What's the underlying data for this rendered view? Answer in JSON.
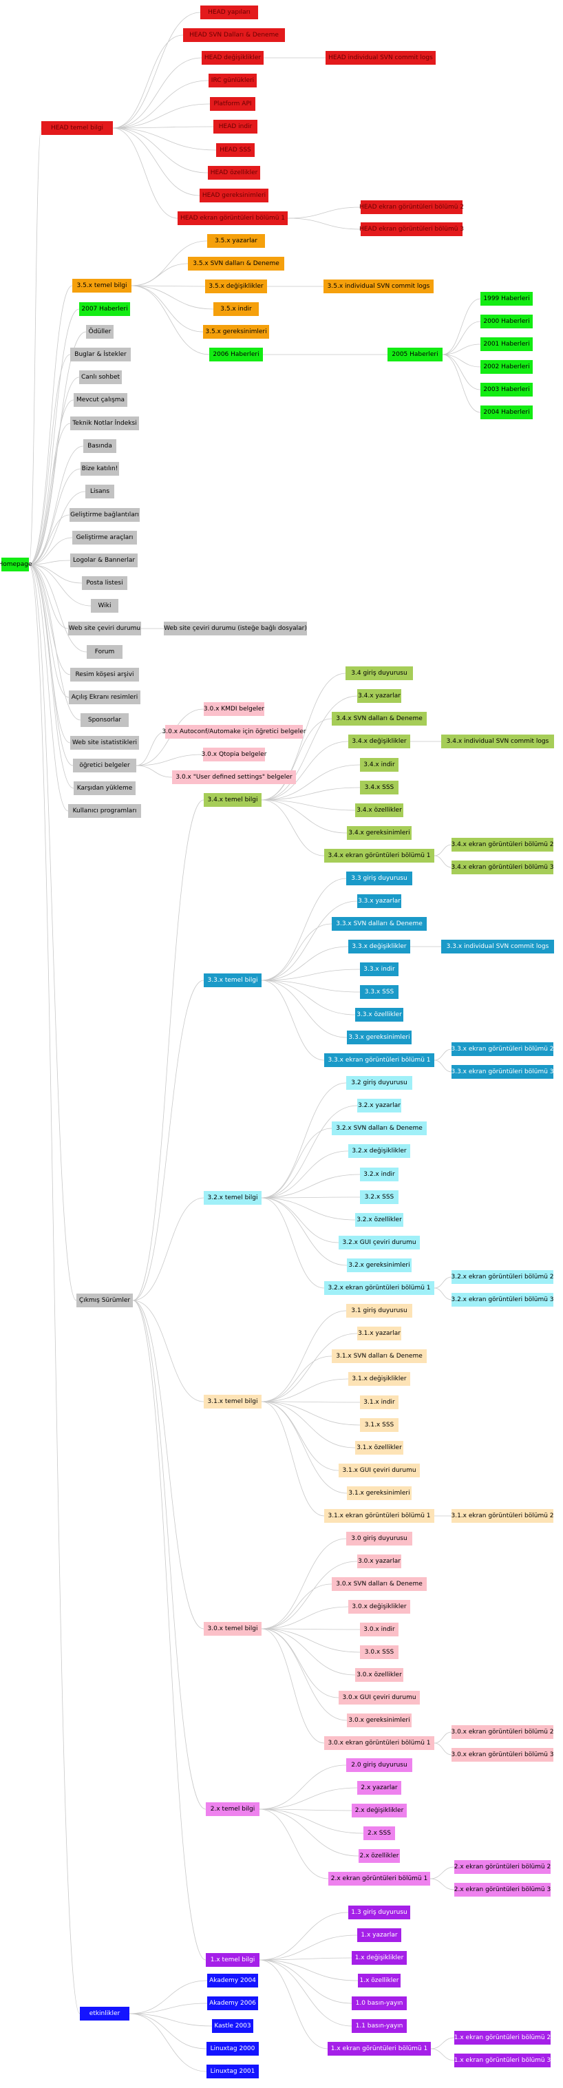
{
  "palette": {
    "edge": "#c8c8c8",
    "red": "#e31a1c",
    "redText": "#6b0000",
    "orange": "#f5a00c",
    "green": "#13ec13",
    "gray": "#c2c2c2",
    "pink": "#fbc0cb",
    "olive": "#a6cd58",
    "teal": "#1b9ac8",
    "cyan": "#a0f0f8",
    "wheat": "#fde3b6",
    "lpink": "#fbc0c8",
    "violet": "#ee82ee",
    "purple": "#a520e8",
    "blue": "#1414ff",
    "white": "#ffffff",
    "black": "#000000"
  },
  "nodes": [
    {
      "id": "home",
      "label": "Homepage",
      "c": "green"
    },
    {
      "id": "head",
      "label": "HEAD temel bilgi",
      "c": "red",
      "p": "home"
    },
    {
      "id": "h1",
      "label": "HEAD yapıları",
      "c": "red",
      "p": "head"
    },
    {
      "id": "h2",
      "label": "HEAD SVN Dalları & Deneme",
      "c": "red",
      "p": "head"
    },
    {
      "id": "h3",
      "label": "HEAD değişiklikler",
      "c": "red",
      "p": "head"
    },
    {
      "id": "h3a",
      "label": "HEAD individual SVN commit logs",
      "c": "red",
      "p": "h3"
    },
    {
      "id": "h4",
      "label": "IRC günlükleri",
      "c": "red",
      "p": "head"
    },
    {
      "id": "h5",
      "label": "Platform API",
      "c": "red",
      "p": "head"
    },
    {
      "id": "h6",
      "label": "HEAD indir",
      "c": "red",
      "p": "head"
    },
    {
      "id": "h7",
      "label": "HEAD SSS",
      "c": "red",
      "p": "head"
    },
    {
      "id": "h8",
      "label": "HEAD özellikler",
      "c": "red",
      "p": "head"
    },
    {
      "id": "h9",
      "label": "HEAD gereksinimleri",
      "c": "red",
      "p": "head"
    },
    {
      "id": "h10",
      "label": "HEAD ekran görüntüleri bölümü 1",
      "c": "red",
      "p": "head"
    },
    {
      "id": "h10a",
      "label": "HEAD ekran görüntüleri bölümü 2",
      "c": "red",
      "p": "h10"
    },
    {
      "id": "h10b",
      "label": "HEAD ekran görüntüleri bölümü 3",
      "c": "red",
      "p": "h10"
    },
    {
      "id": "v35",
      "label": "3.5.x temel bilgi",
      "c": "orange",
      "p": "home"
    },
    {
      "id": "v35a",
      "label": "3.5.x yazarlar",
      "c": "orange",
      "p": "v35"
    },
    {
      "id": "v35b",
      "label": "3.5.x SVN dalları & Deneme",
      "c": "orange",
      "p": "v35"
    },
    {
      "id": "v35c",
      "label": "3.5.x değişiklikler",
      "c": "orange",
      "p": "v35"
    },
    {
      "id": "v35c1",
      "label": "3.5.x individual SVN commit logs",
      "c": "orange",
      "p": "v35c"
    },
    {
      "id": "v35d",
      "label": "3.5.x indir",
      "c": "orange",
      "p": "v35"
    },
    {
      "id": "v35e",
      "label": "3.5.x gereksinimleri",
      "c": "orange",
      "p": "v35"
    },
    {
      "id": "n2007",
      "label": "2007 Haberleri",
      "c": "green",
      "p": "home"
    },
    {
      "id": "n2006",
      "label": "2006 Haberleri",
      "c": "green",
      "p": "v35"
    },
    {
      "id": "n2005",
      "label": "2005 Haberleri",
      "c": "green",
      "p": "n2006"
    },
    {
      "id": "n1999",
      "label": "1999 Haberleri",
      "c": "green",
      "p": "n2005"
    },
    {
      "id": "n2000",
      "label": "2000 Haberleri",
      "c": "green",
      "p": "n2005"
    },
    {
      "id": "n2001",
      "label": "2001 Haberleri",
      "c": "green",
      "p": "n2005"
    },
    {
      "id": "n2002",
      "label": "2002 Haberleri",
      "c": "green",
      "p": "n2005"
    },
    {
      "id": "n2003",
      "label": "2003 Haberleri",
      "c": "green",
      "p": "n2005"
    },
    {
      "id": "n2004",
      "label": "2004 Haberleri",
      "c": "green",
      "p": "n2005"
    },
    {
      "id": "g1",
      "label": "Ödüller",
      "c": "gray",
      "p": "home"
    },
    {
      "id": "g2",
      "label": "Buglar & İstekler",
      "c": "gray",
      "p": "home"
    },
    {
      "id": "g3",
      "label": "Canlı sohbet",
      "c": "gray",
      "p": "home"
    },
    {
      "id": "g4",
      "label": "Mevcut çalışma",
      "c": "gray",
      "p": "home"
    },
    {
      "id": "g5",
      "label": "Teknik Notlar İndeksi",
      "c": "gray",
      "p": "home"
    },
    {
      "id": "g6",
      "label": "Basında",
      "c": "gray",
      "p": "home"
    },
    {
      "id": "g7",
      "label": "Bize katılın!",
      "c": "gray",
      "p": "home"
    },
    {
      "id": "g8",
      "label": "Lisans",
      "c": "gray",
      "p": "home"
    },
    {
      "id": "g9",
      "label": "Geliştirme bağlantıları",
      "c": "gray",
      "p": "home"
    },
    {
      "id": "g10",
      "label": "Geliştirme araçları",
      "c": "gray",
      "p": "home"
    },
    {
      "id": "g11",
      "label": "Logolar & Bannerlar",
      "c": "gray",
      "p": "home"
    },
    {
      "id": "g12",
      "label": "Posta listesi",
      "c": "gray",
      "p": "home"
    },
    {
      "id": "g13",
      "label": "Wiki",
      "c": "gray",
      "p": "home"
    },
    {
      "id": "g14",
      "label": "Web site çeviri durumu",
      "c": "gray",
      "p": "home"
    },
    {
      "id": "g14a",
      "label": "Web site çeviri durumu (isteğe bağlı dosyalar)",
      "c": "gray",
      "p": "g14"
    },
    {
      "id": "g15",
      "label": "Forum",
      "c": "gray",
      "p": "home"
    },
    {
      "id": "g16",
      "label": "Resim köşesi arşivi",
      "c": "gray",
      "p": "home"
    },
    {
      "id": "g17",
      "label": "Açılış Ekranı resimleri",
      "c": "gray",
      "p": "home"
    },
    {
      "id": "g18",
      "label": "Sponsorlar",
      "c": "gray",
      "p": "home"
    },
    {
      "id": "g19",
      "label": "Web site istatistikleri",
      "c": "gray",
      "p": "home"
    },
    {
      "id": "g20",
      "label": "öğretici belgeler",
      "c": "gray",
      "p": "home"
    },
    {
      "id": "t1",
      "label": "3.0.x KMDI belgeler",
      "c": "pink",
      "p": "g20"
    },
    {
      "id": "t2",
      "label": "3.0.x Autoconf/Automake için öğretici belgeler",
      "c": "pink",
      "p": "g20"
    },
    {
      "id": "t3",
      "label": "3.0.x Qtopia belgeler",
      "c": "pink",
      "p": "g20"
    },
    {
      "id": "t4",
      "label": "3.0.x \"User defined settings\" belgeler",
      "c": "pink",
      "p": "g20"
    },
    {
      "id": "g21",
      "label": "Karşıdan yükleme",
      "c": "gray",
      "p": "home"
    },
    {
      "id": "g22",
      "label": "Kullanıcı programları",
      "c": "gray",
      "p": "home"
    },
    {
      "id": "cs",
      "label": "Çıkmış Sürümler",
      "c": "gray",
      "p": "home"
    },
    {
      "id": "v34",
      "label": "3.4.x temel bilgi",
      "c": "olive",
      "p": "cs"
    },
    {
      "id": "v34a",
      "label": "3.4 giriş duyurusu",
      "c": "olive",
      "p": "v34"
    },
    {
      "id": "v34b",
      "label": "3.4.x yazarlar",
      "c": "olive",
      "p": "v34"
    },
    {
      "id": "v34c",
      "label": "3.4.x SVN dalları & Deneme",
      "c": "olive",
      "p": "v34"
    },
    {
      "id": "v34d",
      "label": "3.4.x değişiklikler",
      "c": "olive",
      "p": "v34"
    },
    {
      "id": "v34d1",
      "label": "3.4.x individual SVN commit logs",
      "c": "olive",
      "p": "v34d"
    },
    {
      "id": "v34e",
      "label": "3.4.x indir",
      "c": "olive",
      "p": "v34"
    },
    {
      "id": "v34f",
      "label": "3.4.x SSS",
      "c": "olive",
      "p": "v34"
    },
    {
      "id": "v34g",
      "label": "3.4.x özellikler",
      "c": "olive",
      "p": "v34"
    },
    {
      "id": "v34h",
      "label": "3.4.x gereksinimleri",
      "c": "olive",
      "p": "v34"
    },
    {
      "id": "v34i",
      "label": "3.4.x ekran görüntüleri bölümü 1",
      "c": "olive",
      "p": "v34"
    },
    {
      "id": "v34i2",
      "label": "3.4.x ekran görüntüleri bölümü 2",
      "c": "olive",
      "p": "v34i"
    },
    {
      "id": "v34i3",
      "label": "3.4.x ekran görüntüleri bölümü 3",
      "c": "olive",
      "p": "v34i"
    },
    {
      "id": "v33",
      "label": "3.3.x temel bilgi",
      "c": "teal",
      "p": "cs"
    },
    {
      "id": "v33a",
      "label": "3.3 giriş duyurusu",
      "c": "teal",
      "p": "v33"
    },
    {
      "id": "v33b",
      "label": "3.3.x yazarlar",
      "c": "teal",
      "p": "v33"
    },
    {
      "id": "v33c",
      "label": "3.3.x SVN dalları & Deneme",
      "c": "teal",
      "p": "v33"
    },
    {
      "id": "v33d",
      "label": "3.3.x değişiklikler",
      "c": "teal",
      "p": "v33"
    },
    {
      "id": "v33d1",
      "label": "3.3.x individual SVN commit logs",
      "c": "teal",
      "p": "v33d"
    },
    {
      "id": "v33e",
      "label": "3.3.x indir",
      "c": "teal",
      "p": "v33"
    },
    {
      "id": "v33f",
      "label": "3.3.x SSS",
      "c": "teal",
      "p": "v33"
    },
    {
      "id": "v33g",
      "label": "3.3.x özellikler",
      "c": "teal",
      "p": "v33"
    },
    {
      "id": "v33h",
      "label": "3.3.x gereksinimleri",
      "c": "teal",
      "p": "v33"
    },
    {
      "id": "v33i",
      "label": "3.3.x ekran görüntüleri bölümü 1",
      "c": "teal",
      "p": "v33"
    },
    {
      "id": "v33i2",
      "label": "3.3.x ekran görüntüleri bölümü 2",
      "c": "teal",
      "p": "v33i"
    },
    {
      "id": "v33i3",
      "label": "3.3.x ekran görüntüleri bölümü 3",
      "c": "teal",
      "p": "v33i"
    },
    {
      "id": "v32",
      "label": "3.2.x temel bilgi",
      "c": "cyan",
      "p": "cs"
    },
    {
      "id": "v32a",
      "label": "3.2 giriş duyurusu",
      "c": "cyan",
      "p": "v32"
    },
    {
      "id": "v32b",
      "label": "3.2.x yazarlar",
      "c": "cyan",
      "p": "v32"
    },
    {
      "id": "v32c",
      "label": "3.2.x SVN dalları & Deneme",
      "c": "cyan",
      "p": "v32"
    },
    {
      "id": "v32d",
      "label": "3.2.x değişiklikler",
      "c": "cyan",
      "p": "v32"
    },
    {
      "id": "v32e",
      "label": "3.2.x indir",
      "c": "cyan",
      "p": "v32"
    },
    {
      "id": "v32f",
      "label": "3.2.x SSS",
      "c": "cyan",
      "p": "v32"
    },
    {
      "id": "v32g",
      "label": "3.2.x özellikler",
      "c": "cyan",
      "p": "v32"
    },
    {
      "id": "v32h",
      "label": "3.2.x GUI çeviri durumu",
      "c": "cyan",
      "p": "v32"
    },
    {
      "id": "v32i",
      "label": "3.2.x gereksinimleri",
      "c": "cyan",
      "p": "v32"
    },
    {
      "id": "v32j",
      "label": "3.2.x ekran görüntüleri bölümü 1",
      "c": "cyan",
      "p": "v32"
    },
    {
      "id": "v32j2",
      "label": "3.2.x ekran görüntüleri bölümü 2",
      "c": "cyan",
      "p": "v32j"
    },
    {
      "id": "v32j3",
      "label": "3.2.x ekran görüntüleri bölümü 3",
      "c": "cyan",
      "p": "v32j"
    },
    {
      "id": "v31",
      "label": "3.1.x temel bilgi",
      "c": "wheat",
      "p": "cs"
    },
    {
      "id": "v31a",
      "label": "3.1 giriş duyurusu",
      "c": "wheat",
      "p": "v31"
    },
    {
      "id": "v31b",
      "label": "3.1.x yazarlar",
      "c": "wheat",
      "p": "v31"
    },
    {
      "id": "v31c",
      "label": "3.1.x SVN dalları & Deneme",
      "c": "wheat",
      "p": "v31"
    },
    {
      "id": "v31d",
      "label": "3.1.x değişiklikler",
      "c": "wheat",
      "p": "v31"
    },
    {
      "id": "v31e",
      "label": "3.1.x indir",
      "c": "wheat",
      "p": "v31"
    },
    {
      "id": "v31f",
      "label": "3.1.x SSS",
      "c": "wheat",
      "p": "v31"
    },
    {
      "id": "v31g",
      "label": "3.1.x özellikler",
      "c": "wheat",
      "p": "v31"
    },
    {
      "id": "v31h",
      "label": "3.1.x GUI çeviri durumu",
      "c": "wheat",
      "p": "v31"
    },
    {
      "id": "v31i",
      "label": "3.1.x gereksinimleri",
      "c": "wheat",
      "p": "v31"
    },
    {
      "id": "v31j",
      "label": "3.1.x ekran görüntüleri bölümü 1",
      "c": "wheat",
      "p": "v31"
    },
    {
      "id": "v31j2",
      "label": "3.1.x ekran görüntüleri bölümü 2",
      "c": "wheat",
      "p": "v31j"
    },
    {
      "id": "v30",
      "label": "3.0.x temel bilgi",
      "c": "lpink",
      "p": "cs"
    },
    {
      "id": "v30a",
      "label": "3.0 giriş duyurusu",
      "c": "lpink",
      "p": "v30"
    },
    {
      "id": "v30b",
      "label": "3.0.x yazarlar",
      "c": "lpink",
      "p": "v30"
    },
    {
      "id": "v30c",
      "label": "3.0.x SVN dalları & Deneme",
      "c": "lpink",
      "p": "v30"
    },
    {
      "id": "v30d",
      "label": "3.0.x değişiklikler",
      "c": "lpink",
      "p": "v30"
    },
    {
      "id": "v30e",
      "label": "3.0.x indir",
      "c": "lpink",
      "p": "v30"
    },
    {
      "id": "v30f",
      "label": "3.0.x SSS",
      "c": "lpink",
      "p": "v30"
    },
    {
      "id": "v30g",
      "label": "3.0.x özellikler",
      "c": "lpink",
      "p": "v30"
    },
    {
      "id": "v30h",
      "label": "3.0.x GUI çeviri durumu",
      "c": "lpink",
      "p": "v30"
    },
    {
      "id": "v30i",
      "label": "3.0.x gereksinimleri",
      "c": "lpink",
      "p": "v30"
    },
    {
      "id": "v30j",
      "label": "3.0.x ekran görüntüleri bölümü 1",
      "c": "lpink",
      "p": "v30"
    },
    {
      "id": "v30j2",
      "label": "3.0.x ekran görüntüleri bölümü 2",
      "c": "lpink",
      "p": "v30j"
    },
    {
      "id": "v30j3",
      "label": "3.0.x ekran görüntüleri bölümü 3",
      "c": "lpink",
      "p": "v30j"
    },
    {
      "id": "v2",
      "label": "2.x temel bilgi",
      "c": "violet",
      "p": "cs"
    },
    {
      "id": "v2a",
      "label": "2.0 giriş duyurusu",
      "c": "violet",
      "p": "v2"
    },
    {
      "id": "v2b",
      "label": "2.x yazarlar",
      "c": "violet",
      "p": "v2"
    },
    {
      "id": "v2c",
      "label": "2.x değişiklikler",
      "c": "violet",
      "p": "v2"
    },
    {
      "id": "v2d",
      "label": "2.x SSS",
      "c": "violet",
      "p": "v2"
    },
    {
      "id": "v2e",
      "label": "2.x özellikler",
      "c": "violet",
      "p": "v2"
    },
    {
      "id": "v2f",
      "label": "2.x ekran görüntüleri bölümü 1",
      "c": "violet",
      "p": "v2"
    },
    {
      "id": "v2f2",
      "label": "2.x ekran görüntüleri bölümü 2",
      "c": "violet",
      "p": "v2f"
    },
    {
      "id": "v2f3",
      "label": "2.x ekran görüntüleri bölümü 3",
      "c": "violet",
      "p": "v2f"
    },
    {
      "id": "v1",
      "label": "1.x temel bilgi",
      "c": "purple",
      "p": "cs"
    },
    {
      "id": "v1a",
      "label": "1.3 giriş duyurusu",
      "c": "purple",
      "p": "v1"
    },
    {
      "id": "v1b",
      "label": "1.x yazarlar",
      "c": "purple",
      "p": "v1"
    },
    {
      "id": "v1c",
      "label": "1.x değişiklikler",
      "c": "purple",
      "p": "v1"
    },
    {
      "id": "v1d",
      "label": "1.x özellikler",
      "c": "purple",
      "p": "v1"
    },
    {
      "id": "v1e",
      "label": "1.0 basın-yayın",
      "c": "purple",
      "p": "v1"
    },
    {
      "id": "v1f",
      "label": "1.1 basın-yayın",
      "c": "purple",
      "p": "v1"
    },
    {
      "id": "v1g",
      "label": "1.x ekran görüntüleri bölümü 1",
      "c": "purple",
      "p": "v1"
    },
    {
      "id": "v1g2",
      "label": "1.x ekran görüntüleri bölümü 2",
      "c": "purple",
      "p": "v1g"
    },
    {
      "id": "v1g3",
      "label": "1.x ekran görüntüleri bölümü 3",
      "c": "purple",
      "p": "v1g"
    },
    {
      "id": "ev",
      "label": "etkinlikler",
      "c": "blue",
      "p": "home"
    },
    {
      "id": "ev1",
      "label": "Akademy 2004",
      "c": "blue",
      "p": "ev"
    },
    {
      "id": "ev2",
      "label": "Akademy 2006",
      "c": "blue",
      "p": "ev"
    },
    {
      "id": "ev3",
      "label": "Kastle 2003",
      "c": "blue",
      "p": "ev"
    },
    {
      "id": "ev4",
      "label": "Linuxtag 2000",
      "c": "blue",
      "p": "ev"
    },
    {
      "id": "ev5",
      "label": "Linuxtag 2001",
      "c": "blue",
      "p": "ev"
    }
  ]
}
